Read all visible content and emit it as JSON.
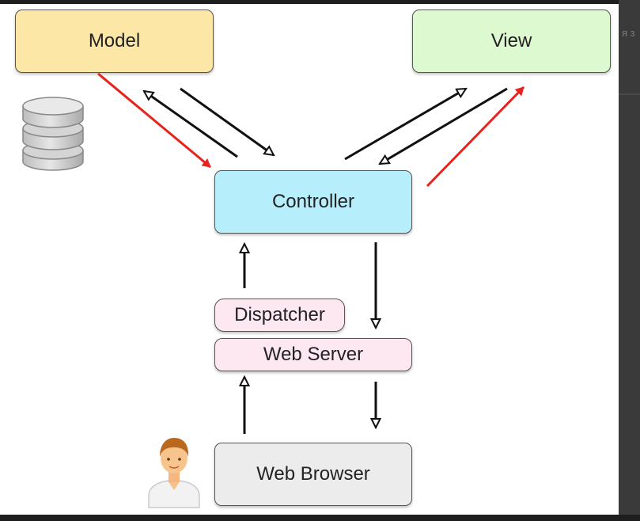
{
  "diagram": {
    "model_label": "Model",
    "view_label": "View",
    "controller_label": "Controller",
    "dispatcher_label": "Dispatcher",
    "web_server_label": "Web Server",
    "web_browser_label": "Web Browser"
  },
  "background_window": {
    "ghost_text": "я з"
  },
  "colors": {
    "model": "#fde7a7",
    "view": "#ddf9cf",
    "controller": "#b7eefb",
    "server": "#fde7f1",
    "browser": "#ececec",
    "red_arrow": "#e8221c",
    "black_arrow": "#111111"
  },
  "icons": [
    "database-icon",
    "user-icon"
  ]
}
